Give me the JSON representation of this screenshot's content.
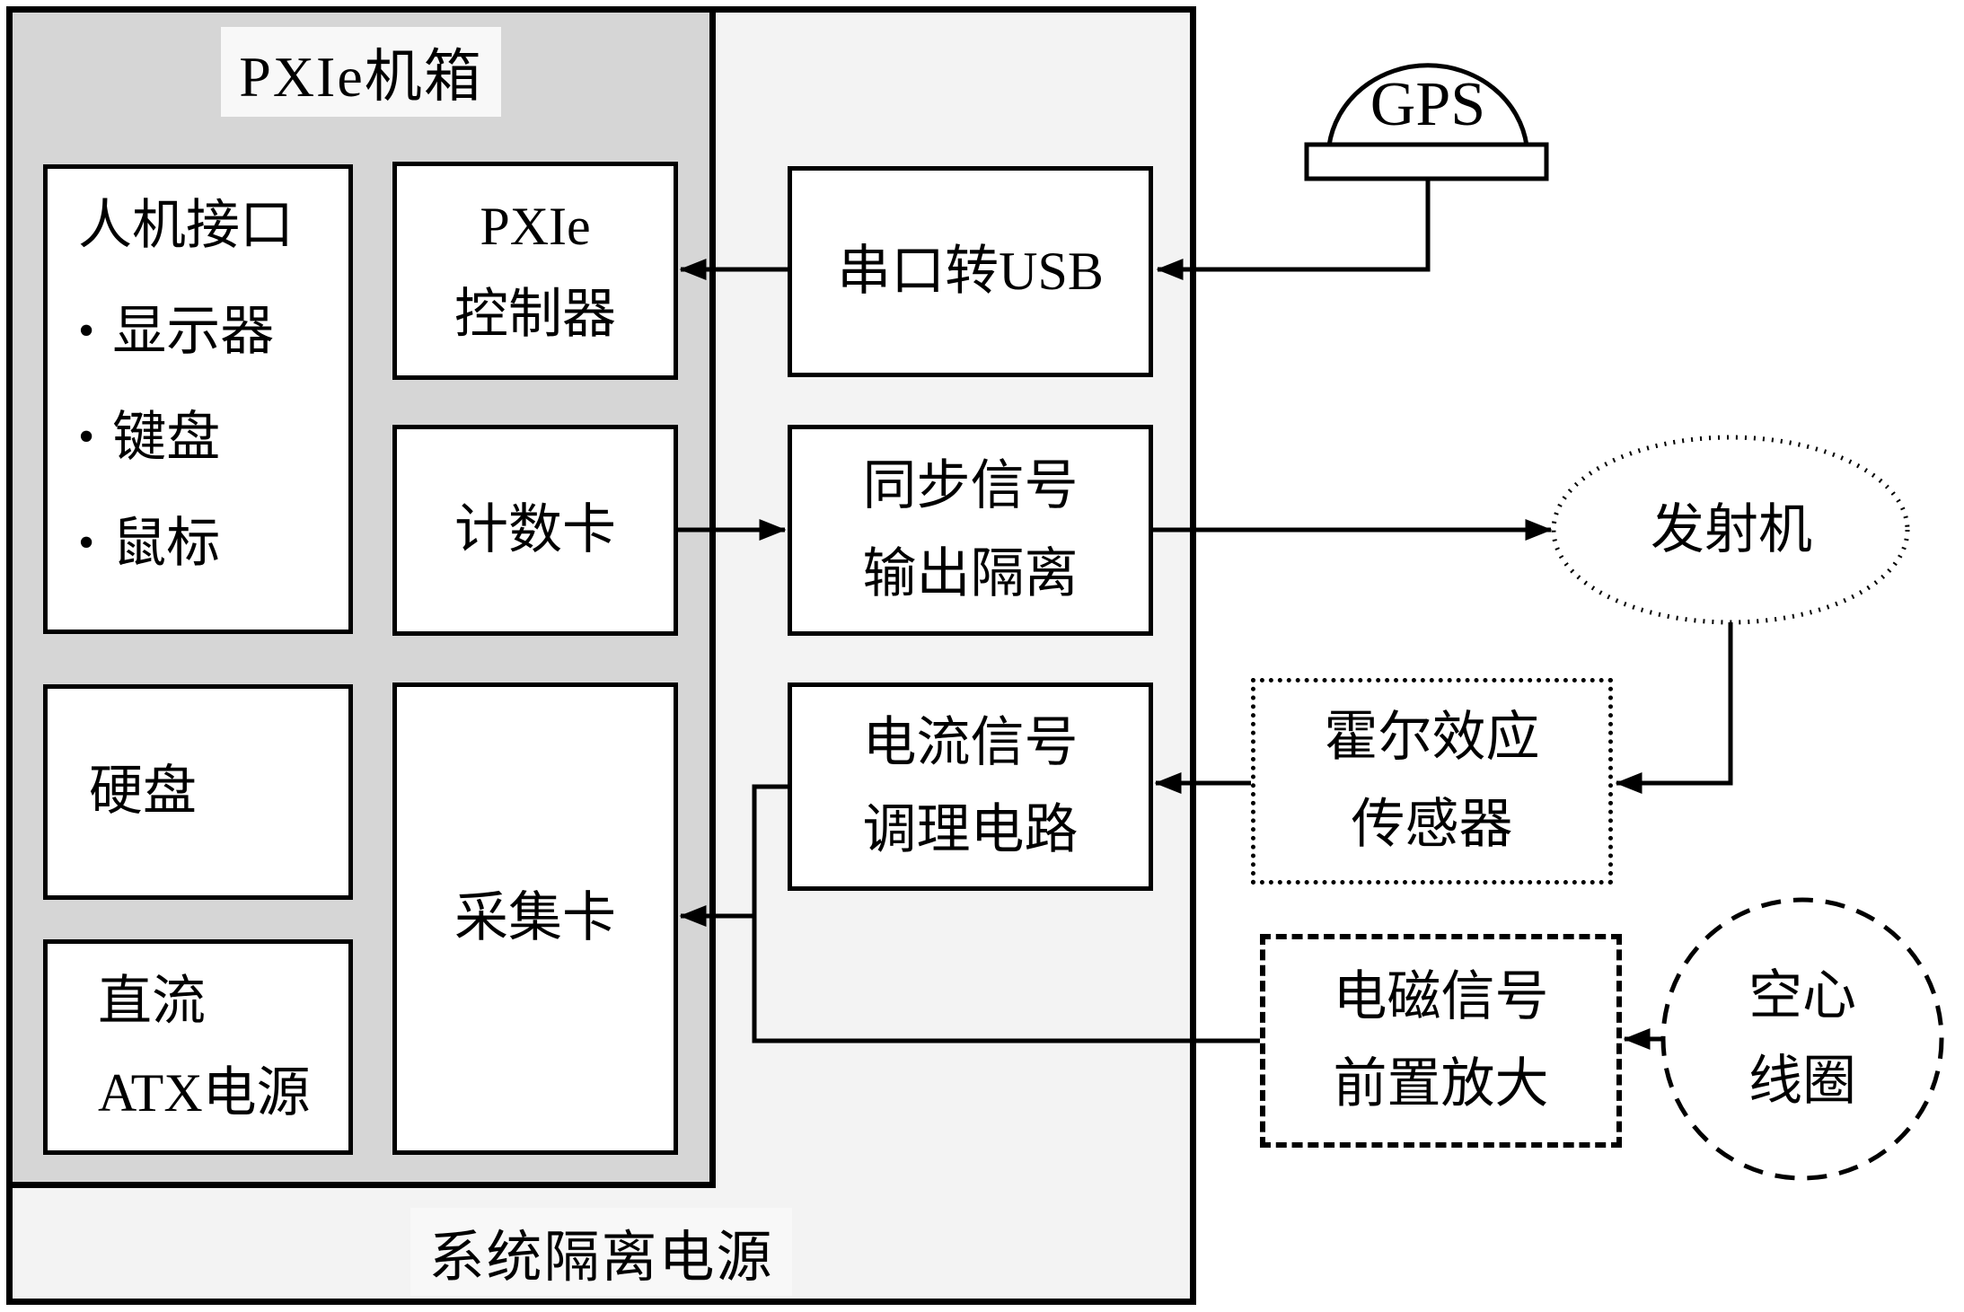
{
  "diagram": {
    "title": "PXIe机箱",
    "bottom_label": "系统隔离电源",
    "colors": {
      "chassis_fill": "#d6d6d6",
      "outer_fill": "#f3f3f3",
      "box_fill": "#ffffff",
      "line": "#000000",
      "label_bg": "#f8f8f8"
    },
    "boxes": {
      "hmi": {
        "title": "人机接口",
        "bullet": "•",
        "items": [
          "显示器",
          "键盘",
          "鼠标"
        ]
      },
      "hdd": {
        "label": "硬盘"
      },
      "atx": {
        "line1": "直流",
        "line2": "ATX电源"
      },
      "controller": {
        "line1": "PXIe",
        "line2": "控制器"
      },
      "counter": {
        "label": "计数卡"
      },
      "daq": {
        "label": "采集卡"
      },
      "usb": {
        "label": "串口转USB"
      },
      "sync": {
        "line1": "同步信号",
        "line2": "输出隔离"
      },
      "cond": {
        "line1": "电流信号",
        "line2": "调理电路"
      },
      "hall": {
        "line1": "霍尔效应",
        "line2": "传感器"
      },
      "preamp": {
        "line1": "电磁信号",
        "line2": "前置放大"
      }
    },
    "external": {
      "gps": {
        "label": "GPS"
      },
      "transmitter": {
        "label": "发射机"
      },
      "coil": {
        "line1": "空心",
        "line2": "线圈"
      }
    }
  }
}
